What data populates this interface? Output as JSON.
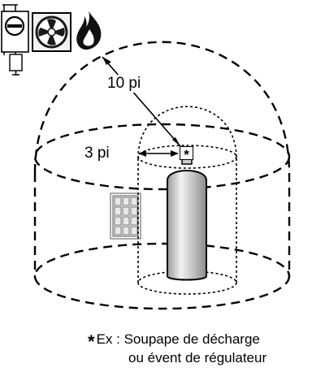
{
  "labels": {
    "dist_large": "10 pi",
    "dist_small": "3 pi",
    "marker": "*"
  },
  "legend": {
    "star": "*",
    "line1": "Ex : Soupape de décharge",
    "line2": "ou évent de régulateur"
  },
  "icons": [
    "electric-meter-icon",
    "fan-icon",
    "flame-icon",
    "window-icon",
    "gas-cylinder-icon"
  ],
  "colors": {
    "stroke": "#000000",
    "fill_dark": "#1a1a1a",
    "fill_light": "#ffffff",
    "shade": "#d0d0d0"
  }
}
